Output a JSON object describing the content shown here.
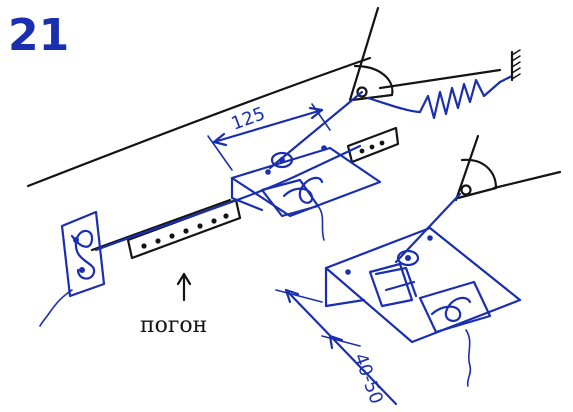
{
  "figure": {
    "number": "21"
  },
  "labels": {
    "dim_upper": "125",
    "dim_lower": "40-50",
    "pogon": "погон"
  },
  "colors": {
    "ink_blue": "#1a2fb0",
    "ink_black": "#141414"
  },
  "icons": [
    "wall-anchor-icon"
  ]
}
